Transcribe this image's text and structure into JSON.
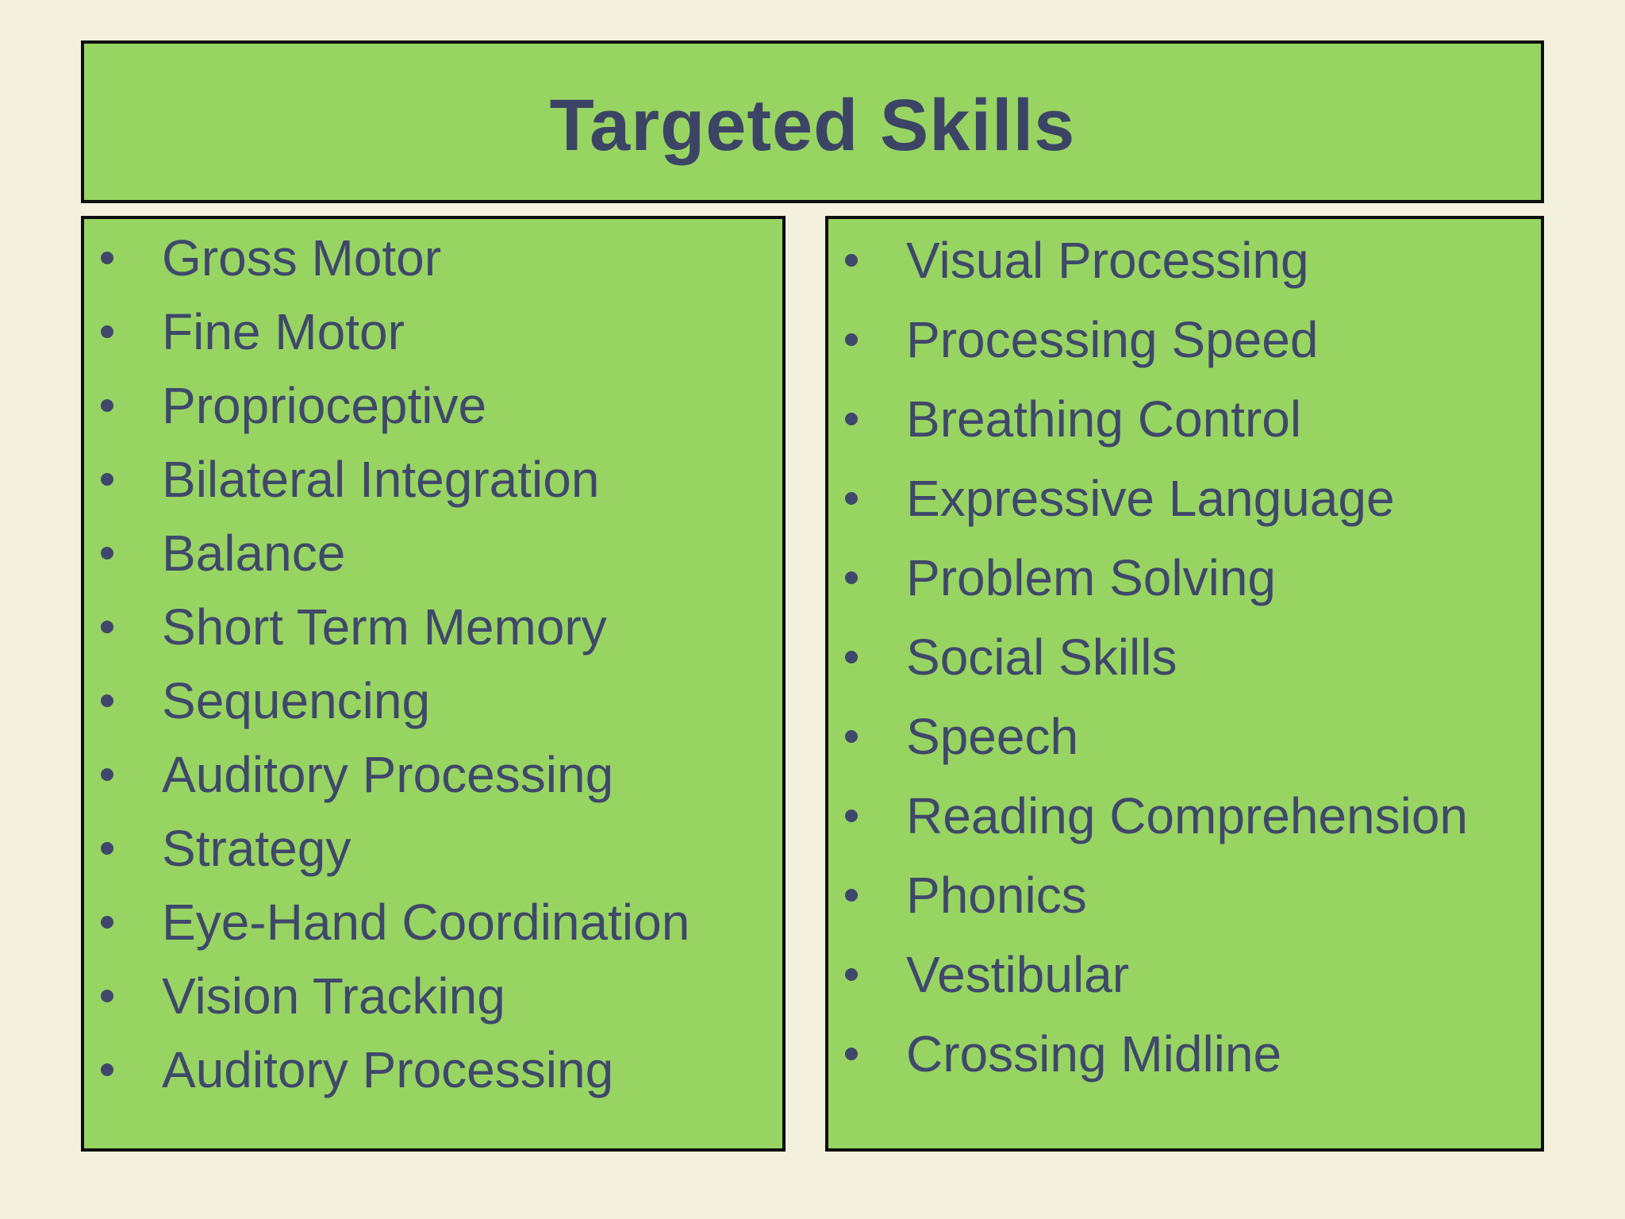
{
  "slide_title": "Targeted Skills",
  "columns": {
    "left": {
      "items": [
        "Gross Motor",
        "Fine Motor",
        "Proprioceptive",
        "Bilateral Integration",
        "Balance",
        "Short Term Memory",
        "Sequencing",
        "Auditory Processing",
        "Strategy",
        "Eye-Hand Coordination",
        "Vision Tracking",
        "Auditory Processing"
      ]
    },
    "right": {
      "items": [
        "Visual Processing",
        "Processing Speed",
        "Breathing Control",
        "Expressive Language",
        "Problem Solving",
        "Social Skills",
        "Speech",
        "Reading Comprehension",
        "Phonics",
        "Vestibular",
        "Crossing Midline"
      ]
    }
  },
  "colors": {
    "panel_green": "#98d462",
    "background_cream": "#f3f1de",
    "body_text": "#3f486a",
    "title_text": "#3c4466",
    "border_black": "#0e0e0e"
  },
  "bullet_icon": "dot"
}
